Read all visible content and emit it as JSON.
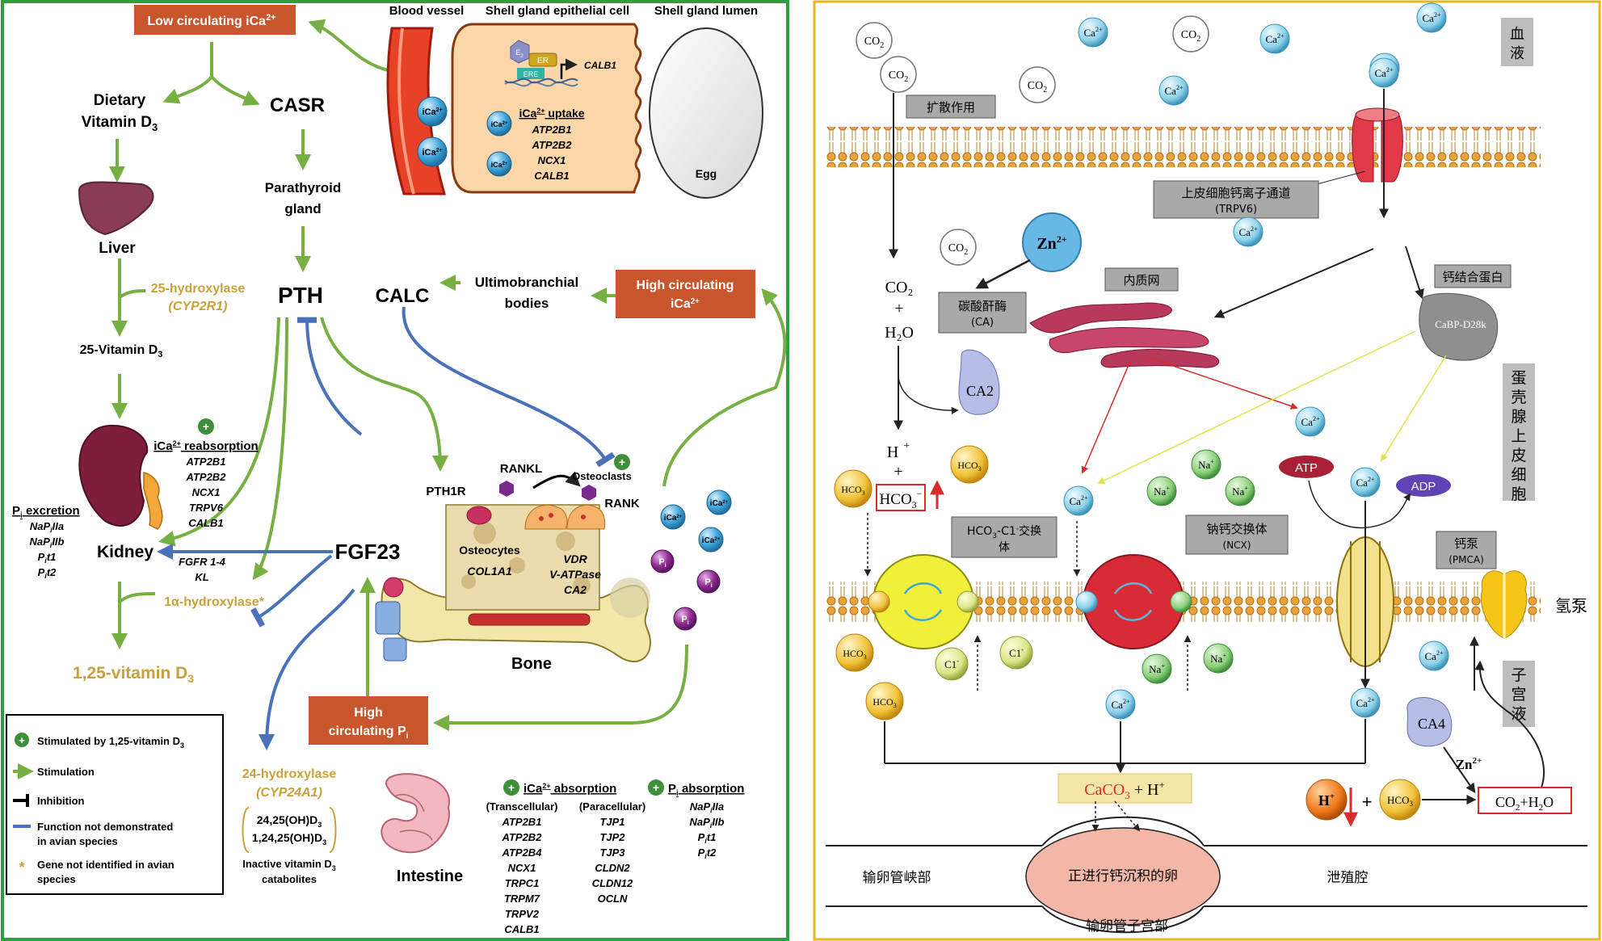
{
  "left": {
    "low_ica": [
      "Low circulating iCa",
      "2+"
    ],
    "blood_vessel": "Blood vessel",
    "shell_gland_cell": "Shell gland epithelial cell",
    "shell_gland_lumen": "Shell gland lumen",
    "e2": [
      "E",
      "2"
    ],
    "er": "ER",
    "ere": "ERE",
    "calb1_gene": "CALB1",
    "ica_ion": [
      "iCa",
      "2+"
    ],
    "ica_uptake_title": [
      "iCa",
      "2+",
      " uptake"
    ],
    "ica_uptake_genes": [
      "ATP2B1",
      "ATP2B2",
      "NCX1",
      "CALB1"
    ],
    "egg": "Egg",
    "dietary_vitd": [
      "Dietary",
      "Vitamin D",
      "3"
    ],
    "casr": "CASR",
    "parathyroid": [
      "Parathyroid",
      "gland"
    ],
    "liver": "Liver",
    "hydroxylase25": [
      "25-hydroxylase",
      "(CYP2R1)"
    ],
    "vit25": [
      "25-Vitamin D",
      "3"
    ],
    "pth": "PTH",
    "calc": "CALC",
    "ultimo": [
      "Ultimobranchial",
      "bodies"
    ],
    "high_ica": [
      "High circulating",
      "iCa",
      "2+"
    ],
    "reabs_title": [
      "iCa",
      "2+",
      " reabsorption"
    ],
    "reabs_genes": [
      "ATP2B1",
      "ATP2B2",
      "NCX1",
      "TRPV6",
      "CALB1"
    ],
    "pi_excretion_title": [
      "P",
      "i",
      " excretion"
    ],
    "pi_excretion_genes": [
      [
        "NaP",
        "i",
        "IIa"
      ],
      [
        "NaP",
        "i",
        "IIb"
      ],
      [
        "P",
        "i",
        "t1"
      ],
      [
        "P",
        "i",
        "t2"
      ]
    ],
    "kidney": "Kidney",
    "fgfr": [
      "FGFR 1-4",
      "KL"
    ],
    "hydroxylase1a": "1α-hydroxylase*",
    "vit125": [
      "1,25-vitamin D",
      "3"
    ],
    "fgf23": "FGF23",
    "pth1r": "PTH1R",
    "rankl": "RANKL",
    "osteoclasts": "Osteoclasts",
    "rank": "RANK",
    "osteocytes": "Osteocytes",
    "col1a1": "COL1A1",
    "vdr": [
      "VDR",
      "V-ATPase",
      "CA2"
    ],
    "bone": "Bone",
    "pi_ion": [
      "P",
      "i"
    ],
    "high_pi": [
      "High",
      "circulating P",
      "i"
    ],
    "hydroxylase24": [
      "24-hydroxylase",
      "(CYP24A1)"
    ],
    "catabolites": [
      "24,25(OH)D",
      "3",
      "1,24,25(OH)D",
      "3"
    ],
    "inactive": [
      "Inactive vitamin D",
      "3",
      "catabolites"
    ],
    "intestine": "Intestine",
    "abs_title": [
      "iCa",
      "2+",
      " absorption"
    ],
    "transcellular": "(Transcellular)",
    "transcellular_genes": [
      "ATP2B1",
      "ATP2B2",
      "ATP2B4",
      "NCX1",
      "TRPC1",
      "TRPM7",
      "TRPV2",
      "CALB1"
    ],
    "paracellular": "(Paracellular)",
    "paracellular_genes": [
      "TJP1",
      "TJP2",
      "TJP3",
      "CLDN2",
      "CLDN12",
      "OCLN"
    ],
    "pi_abs_title": [
      "P",
      "i",
      " absorption"
    ],
    "pi_abs_genes": [
      [
        "NaP",
        "i",
        "IIa"
      ],
      [
        "NaP",
        "i",
        "IIb"
      ],
      [
        "P",
        "i",
        "t1"
      ],
      [
        "P",
        "i",
        "t2"
      ]
    ],
    "legend": {
      "stim_by": [
        "Stimulated by 1,25-vitamin D",
        "3"
      ],
      "stimulation": "Stimulation",
      "inhibition": "Inhibition",
      "not_demo": [
        "Function not  demonstrated",
        "in avian species"
      ],
      "not_identified": [
        "Gene not identified in avian",
        "species"
      ]
    },
    "colors": {
      "green": "#76b043",
      "blue": "#4a72b8",
      "orange": "#c8552b",
      "gold": "#c9a13a",
      "border": "#2f9e3f"
    }
  },
  "right": {
    "co2": [
      "CO",
      "2"
    ],
    "ca": [
      "Ca",
      "2+"
    ],
    "blood": [
      "血",
      "液"
    ],
    "diffusion": "扩散作用",
    "trpv6": [
      "上皮细胞钙离子通道",
      "(TRPV6)"
    ],
    "zn": [
      "Zn",
      "2+"
    ],
    "co2_h2o_eq": [
      "CO₂",
      "+",
      "H₂O"
    ],
    "carbonic": [
      "碳酸酐酶",
      "(CA)"
    ],
    "er": "内质网",
    "cabp_label": "钙结合蛋白",
    "cabp": "CaBP-D28k",
    "ca2": "CA2",
    "hplus": [
      "H",
      "+",
      "+"
    ],
    "hco3": [
      "HCO",
      "3",
      "−"
    ],
    "hco3_small": [
      "HCO",
      "3"
    ],
    "hco3_cl": [
      "HCO",
      "3",
      "-C1",
      "-",
      "交换",
      "体"
    ],
    "ncx": [
      "钠钙交换体",
      "(NCX)"
    ],
    "na": [
      "Na",
      "+"
    ],
    "atp": "ATP",
    "adp": "ADP",
    "pmca": [
      "钙泵",
      "(PMCA)"
    ],
    "h_pump": "氢泵",
    "cl": [
      "C1",
      "-"
    ],
    "eggshell_cell": [
      "蛋",
      "壳",
      "腺",
      "上",
      "皮",
      "细",
      "胞"
    ],
    "uterine_fluid": [
      "子",
      "宫",
      "液"
    ],
    "ca4": "CA4",
    "caco3": [
      "CaCO",
      "3",
      " + H",
      "+"
    ],
    "h_ion": [
      "H",
      "+"
    ],
    "co2_h2o_out": [
      "CO",
      "2",
      "+H",
      "2",
      "O"
    ],
    "isthmus": "输卵管峡部",
    "egg_calcifying": "正进行钙沉积的卵",
    "cloaca": "泄殖腔",
    "uterus": "输卵管子宫部",
    "colors": {
      "border": "#e6b820",
      "membrane": "#e8a33c",
      "label_box": "#a9a9a9",
      "red": "#d92b2b",
      "yellow": "#eef05a"
    }
  }
}
